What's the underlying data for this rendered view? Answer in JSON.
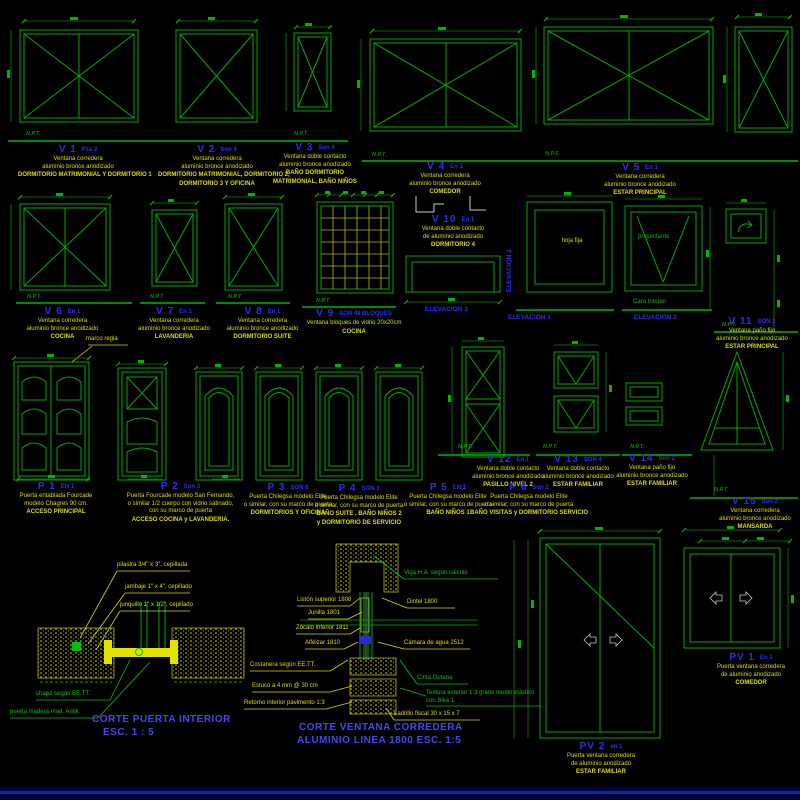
{
  "colors": {
    "background": "#000000",
    "geometry_green": "#00a800",
    "bright_green": "#00dc00",
    "dim_green": "#008800",
    "label_blue": "#2d2df2",
    "title_blue": "#4646ee",
    "note_yellow": "#dede00",
    "grid_olive": "#b4b400",
    "white": "#c8c8c8",
    "bottom_band_navy": "#0a28b6"
  },
  "npt": "N.P.T.",
  "windows": [
    {
      "id": "V 1",
      "qty": "Pza 2",
      "d1": "Ventana corredera",
      "d2": "aluminio bronce anodizado",
      "r1": "DORMITORIO MATRIMONIAL Y DORMITORIO 1",
      "r2": ""
    },
    {
      "id": "V 2",
      "qty": "Son 4",
      "d1": "Ventana corredera",
      "d2": "aluminio bronce anodizado",
      "r1": "DORMITORIO MATRIMONIAL, DORMITORIO 2,",
      "r2": "DORMITORIO 3 Y OFICINA"
    },
    {
      "id": "V 3",
      "qty": "Son 4",
      "d1": "Ventana doble contacto",
      "d2": "aluminio bronce anodizado",
      "r1": "BAÑO DORMITORIO",
      "r2": "MATRIMONIAL, BAÑO NIÑOS"
    },
    {
      "id": "V 4",
      "qty": "En 1",
      "d1": "Ventana corredera",
      "d2": "aluminio bronce anodizado",
      "r1": "COMEDOR",
      "r2": ""
    },
    {
      "id": "V 5",
      "qty": "En 1",
      "d1": "Ventana corredera",
      "d2": "aluminio bronce anodizado",
      "r1": "ESTAR PRINCIPAL",
      "r2": ""
    },
    {
      "id": "V 6",
      "qty": "En 1",
      "d1": "Ventana corredera",
      "d2": "aluminio bronce anodizado",
      "r1": "COCINA",
      "r2": ""
    },
    {
      "id": "V 7",
      "qty": "En 1",
      "d1": "Ventana corredera",
      "d2": "aluminio bronce anodizado",
      "r1": "LAVANDERIA",
      "r2": ""
    },
    {
      "id": "V 8",
      "qty": "En 1",
      "d1": "Ventana corredera",
      "d2": "aluminio bronce anodizado",
      "r1": "DORMITORIO SUITE",
      "r2": ""
    },
    {
      "id": "V 9",
      "qty": "SON 48 BLOQUES",
      "d1": "Ventana bloques de vidrio 20x20cm",
      "d2": "",
      "r1": "COCINA",
      "r2": ""
    },
    {
      "id": "V 10",
      "qty": "En 1",
      "d1": "Ventana doble contacto",
      "d2": "de aluminio anodizado",
      "r1": "DORMITORIO 4",
      "r2": ""
    },
    {
      "id": "V 11",
      "qty": "SON 2",
      "d1": "Ventana paño fijo",
      "d2": "aluminio bronce anodizado",
      "r1": "ESTAR PRINCIPAL",
      "r2": ""
    },
    {
      "id": "V 12",
      "qty": "En 1",
      "d1": "Ventana doble contacto",
      "d2": "aluminio bronce anodizado",
      "r1": "PASILLO NIVEL 2",
      "r2": ""
    },
    {
      "id": "V 13",
      "qty": "SON 4",
      "d1": "Ventana doble contacto",
      "d2": "aluminio bronce anodizado",
      "r1": "ESTAR FAMILIAR",
      "r2": ""
    },
    {
      "id": "V 14",
      "qty": "Son 2",
      "d1": "Ventana paño fijo",
      "d2": "aluminio bronce anodizado",
      "r1": "ESTAR FAMILIAR",
      "r2": ""
    },
    {
      "id": "V 15",
      "qty": "Son 2",
      "d1": "Ventana corredera",
      "d2": "aluminio bronce anodizado",
      "r1": "MANSARDA",
      "r2": ""
    }
  ],
  "doors": [
    {
      "id": "P 1",
      "qty": "EN 1",
      "d1": "Puerta entablada Fourcade",
      "d2": "modelo Chagres  90 cm.",
      "d3": "",
      "r1": "ACCESO PRINCIPAL",
      "r2": ""
    },
    {
      "id": "P 2",
      "qty": "Son 3",
      "d1": "Puerta Fourcade modelo San Fernando,",
      "d2": "o similar 1/2 cuerpo con vidrio satinado,",
      "d3": "con su marco de puerta",
      "r1": "ACCESO COCINA y LAVANDERIA.",
      "r2": ""
    },
    {
      "id": "P 3",
      "qty": "SON 6",
      "d1": "Puerta Chilegsa modelo Elite",
      "d2": "o similar, con su marco de puerta",
      "d3": "",
      "r1": "DORMITORIOS Y  OFICINA",
      "r2": ""
    },
    {
      "id": "P 4",
      "qty": "SON 3",
      "d1": "Puerta Chilegsa modelo Elite",
      "d2": "o similar, con su marco de puerta",
      "d3": "",
      "r1": "BAÑO SUITE , BAÑO NIÑOS 2",
      "r2": "y DORMITORIO DE SERVICIO"
    },
    {
      "id": "P 5",
      "qty": "EN 1",
      "d1": "Puerta Chilegsa modelo Elite",
      "d2": "o similar, con su marco de puerta",
      "d3": "",
      "r1": "BAÑO NIÑOS 1",
      "r2": ""
    },
    {
      "id": "P 6",
      "qty": "Son 2",
      "d1": "Puerta Chilegsa modelo Elite",
      "d2": "o similar, con su marco de puerta",
      "d3": "",
      "r1": "BAÑO VISITAS y DORMITORIO SERVICIO",
      "r2": ""
    }
  ],
  "pv": [
    {
      "id": "PV 1",
      "qty": "En 1",
      "d1": "Puerta ventana corredera",
      "d2": "de aluminio anodizado",
      "r1": "COMEDOR"
    },
    {
      "id": "PV 2",
      "qty": "en 1",
      "d1": "Puerta ventana corredera",
      "d2": "de aluminio anodizado",
      "r1": "ESTAR FAMILIAR"
    }
  ],
  "elev": {
    "e1": "ELEVACION 1",
    "e2": "ELEVACION 2",
    "cara": "Cara Interior",
    "hoja": "hoja fija",
    "proy": "proyectante"
  },
  "notes": {
    "marco": "marco regla"
  },
  "door_detail": {
    "t1": "CORTE  PUERTA  INTERIOR",
    "t2": "ESC.   1 : 5",
    "n1": "pilastra 3/4\" x 3\", cepillada",
    "n2": "jambaje 1\" x 4\", cepillado",
    "n3": "junquillo 1\" x 1/2\", cepillado",
    "n4": "chapa según EE.TT.",
    "n5": "puerta madera mod. Antik"
  },
  "window_detail": {
    "t1": "CORTE VENTANA CORREDERA",
    "t2": "ALUMINIO LINEA 1800  ESC. 1:5",
    "l1": "Listón superior 1808",
    "l2": "Junilla 1801",
    "l3": "Zócalo inferior 1811",
    "l4": "Alféizar 1810",
    "l5": "Costanera según EE.TT.",
    "l6": "Estuco a 4 mm @ 30 cm",
    "l7": "Retorno interior pavimento 1:3",
    "r1": "Viga H.A. según cálculo",
    "r2": "Dintel 1800",
    "r3": "Cámara de agua 2512",
    "r4": "Cinta Gutena",
    "r5": "Textura exterior 1:3 grano medio elástico",
    "r6": "con Sika 1",
    "r7": "Ladrillo fiscal 30 x 15 x 7"
  }
}
